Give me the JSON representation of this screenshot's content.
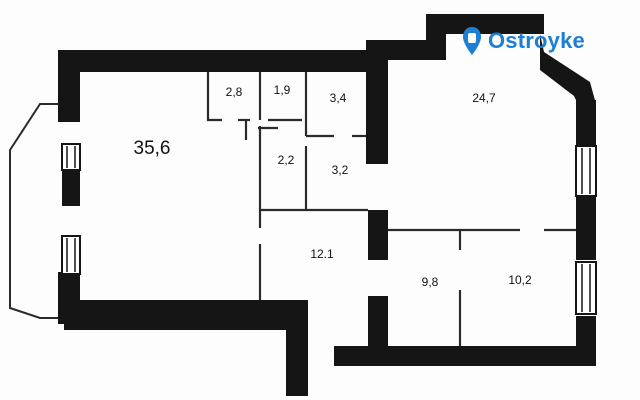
{
  "logo": {
    "text": "Ostroyke",
    "color": "#1c7fd6"
  },
  "colors": {
    "wall": "#151515",
    "thin_wall": "#2a2a2a",
    "background": "#fdfdfd",
    "label": "#111111"
  },
  "rooms": [
    {
      "id": "living-room",
      "area": "35,6"
    },
    {
      "id": "closet-a",
      "area": "2,8"
    },
    {
      "id": "wc",
      "area": "1,9"
    },
    {
      "id": "bathroom",
      "area": "3,4"
    },
    {
      "id": "corridor-small",
      "area": "2,2"
    },
    {
      "id": "storage",
      "area": "3,2"
    },
    {
      "id": "bedroom-large",
      "area": "24,7"
    },
    {
      "id": "hall",
      "area": "12.1"
    },
    {
      "id": "room-small",
      "area": "9,8"
    },
    {
      "id": "room-right",
      "area": "10,2"
    }
  ]
}
